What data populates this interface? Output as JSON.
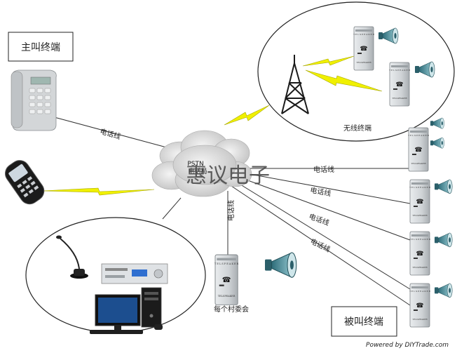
{
  "labels": {
    "caller": "主叫终端",
    "callee": "被叫终端",
    "wireless": "无线终端",
    "village": "每个村委会",
    "pstn": "PSTN",
    "exchange": "电话局",
    "watermark": "惠议电子",
    "footer": "Powered by DIYTrade.com"
  },
  "links": {
    "phone_line_1": "电话线",
    "phone_line_2": "电话线",
    "phone_line_3": "电话线",
    "phone_line_4": "电话线",
    "phone_line_5": "电话线",
    "phone_line_6": "电话线"
  },
  "colors": {
    "line": "#333333",
    "lightning": "#f0f000",
    "device_body": "#cfd3d6",
    "horn": "#3b7f8c",
    "cloud": "#d8d8d8"
  }
}
